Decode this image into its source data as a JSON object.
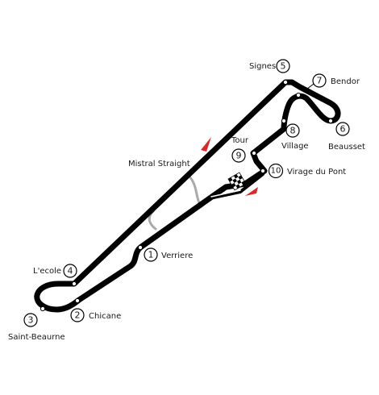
{
  "straight_label": "Mistral Straight",
  "colors": {
    "track": "#000000",
    "alternate_track": "#aaaaaa",
    "direction_arrow": "#d52b2b",
    "background": "#ffffff"
  },
  "corners": [
    {
      "number": "1",
      "name": "Verriere"
    },
    {
      "number": "2",
      "name": "Chicane"
    },
    {
      "number": "3",
      "name": "Saint-Beaurne"
    },
    {
      "number": "4",
      "name": "L'ecole"
    },
    {
      "number": "5",
      "name": "Signes"
    },
    {
      "number": "6",
      "name": "Beausset"
    },
    {
      "number": "7",
      "name": "Bendor"
    },
    {
      "number": "8",
      "name": "Village"
    },
    {
      "number": "9",
      "name": "Tour"
    },
    {
      "number": "10",
      "name": "Virage du Pont"
    }
  ]
}
